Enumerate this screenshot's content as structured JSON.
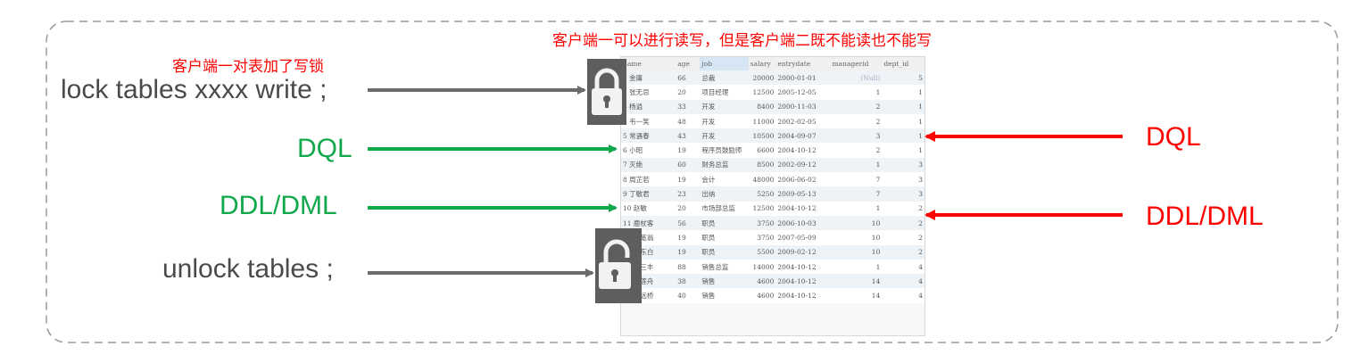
{
  "notes": {
    "client1_lock": "客户端一对表加了写锁",
    "summary": "客户端一可以进行读写，但是客户端二既不能读也不能写"
  },
  "client1": {
    "lock_stmt": "lock tables xxxx write ;",
    "dql": "DQL",
    "ddl_dml": "DDL/DML",
    "unlock_stmt": "unlock tables ;"
  },
  "client2": {
    "dql": "DQL",
    "ddl_dml": "DDL/DML"
  },
  "colors": {
    "statement": "#4a4a4a",
    "allowed": "#11a84c",
    "blocked": "#ff0000",
    "lock_tile": "#5e5e5e"
  },
  "icons": [
    "lock-closed-icon",
    "lock-open-icon"
  ],
  "table": {
    "columns": [
      "name",
      "age",
      "job",
      "salary",
      "entrydate",
      "managerid",
      "dept_id"
    ],
    "rows": [
      [
        "1 金庸",
        "66",
        "总裁",
        "20000",
        "2000-01-01",
        "(Null)",
        "5"
      ],
      [
        "2 张无忌",
        "20",
        "项目经理",
        "12500",
        "2005-12-05",
        "1",
        "1"
      ],
      [
        "3 杨逍",
        "33",
        "开发",
        "8400",
        "2000-11-03",
        "2",
        "1"
      ],
      [
        "4 韦一笑",
        "48",
        "开发",
        "11000",
        "2002-02-05",
        "2",
        "1"
      ],
      [
        "5 常遇春",
        "43",
        "开发",
        "10500",
        "2004-09-07",
        "3",
        "1"
      ],
      [
        "6 小昭",
        "19",
        "程序员鼓励师",
        "6600",
        "2004-10-12",
        "2",
        "1"
      ],
      [
        "7 灭绝",
        "60",
        "财务总监",
        "8500",
        "2002-09-12",
        "1",
        "3"
      ],
      [
        "8 周芷若",
        "19",
        "会计",
        "48000",
        "2006-06-02",
        "7",
        "3"
      ],
      [
        "9 丁敏君",
        "23",
        "出纳",
        "5250",
        "2009-05-13",
        "7",
        "3"
      ],
      [
        "10 赵敏",
        "20",
        "市场部总监",
        "12500",
        "2004-10-12",
        "1",
        "2"
      ],
      [
        "11 鹿杖客",
        "56",
        "职员",
        "3750",
        "2006-10-03",
        "10",
        "2"
      ],
      [
        "12 鹤笔翁",
        "19",
        "职员",
        "3750",
        "2007-05-09",
        "10",
        "2"
      ],
      [
        "13 方东白",
        "19",
        "职员",
        "5500",
        "2009-02-12",
        "10",
        "2"
      ],
      [
        "14 张三丰",
        "88",
        "销售总监",
        "14000",
        "2004-10-12",
        "1",
        "4"
      ],
      [
        "15 俞莲舟",
        "38",
        "销售",
        "4600",
        "2004-10-12",
        "14",
        "4"
      ],
      [
        "16 宋远桥",
        "40",
        "销售",
        "4600",
        "2004-10-12",
        "14",
        "4"
      ]
    ]
  }
}
